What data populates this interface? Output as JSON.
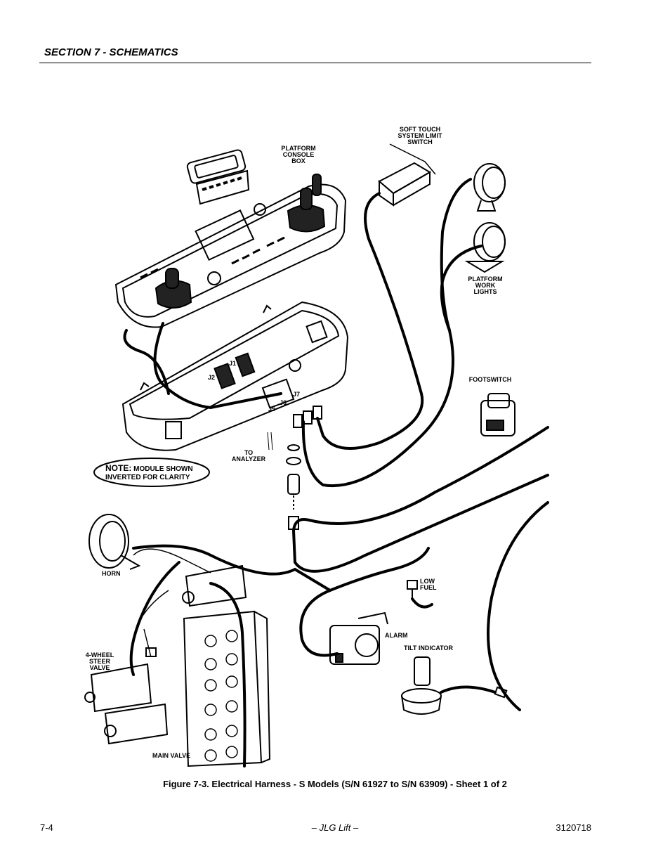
{
  "header": {
    "section_title": "SECTION 7 - SCHEMATICS"
  },
  "labels": {
    "soft_touch": "SOFT TOUCH\nSYSTEM LIMIT\nSWITCH",
    "console_box": "PLATFORM\nCONSOLE\nBOX",
    "work_lights": "PLATFORM\nWORK\nLIGHTS",
    "footswitch": "FOOTSWITCH",
    "j1": "J1",
    "j2": "J2",
    "j5": "J5",
    "j6": "J6",
    "j7": "J7",
    "to_analyzer": "TO\nANALYZER",
    "note_prefix": "NOTE:",
    "note_line1": " MODULE SHOWN",
    "note_line2": "INVERTED FOR CLARITY",
    "horn": "HORN",
    "low_fuel": "LOW\nFUEL",
    "alarm": "ALARM",
    "tilt_indicator": "TILT INDICATOR",
    "steer_valve": "4-WHEEL\nSTEER\nVALVE",
    "main_valve": "MAIN VALVE"
  },
  "caption": "Figure 7-3.  Electrical Harness - S Models (S/N 61927 to S/N 63909) - Sheet 1 of 2",
  "footer": {
    "page_number": "7-4",
    "publisher": "– JLG Lift –",
    "doc_number": "3120718"
  }
}
